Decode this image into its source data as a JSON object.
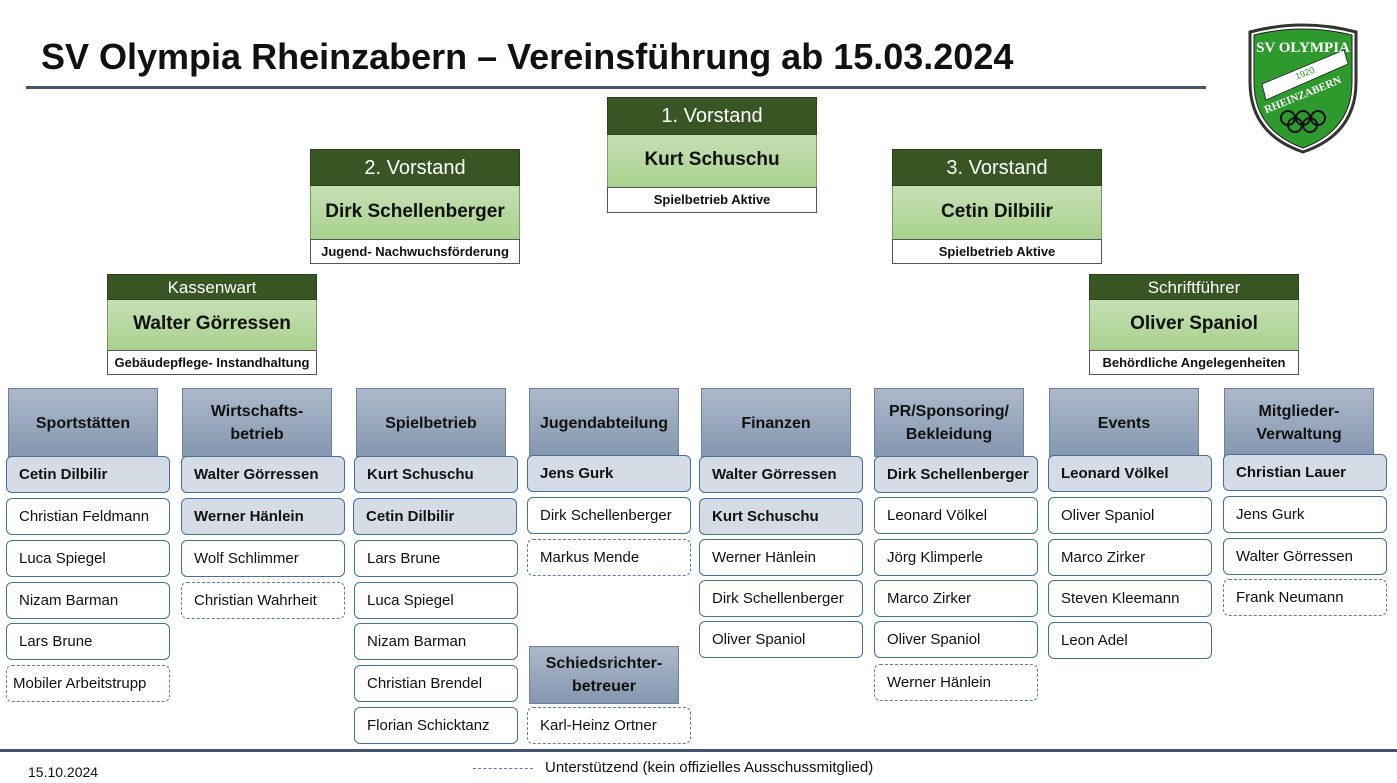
{
  "title": "SV Olympia Rheinzabern – Vereinsführung ab 15.03.2024",
  "logo": {
    "top_text": "SV OLYMPIA",
    "year": "1920",
    "bottom_text": "RHEINZABERN",
    "color": "#2e9a2e"
  },
  "leadership": {
    "first": {
      "role": "1. Vorstand",
      "name": "Kurt Schuschu",
      "duty": "Spielbetrieb Aktive"
    },
    "second": {
      "role": "2. Vorstand",
      "name": "Dirk Schellenberger",
      "duty": "Jugend- Nachwuchsförderung"
    },
    "third": {
      "role": "3. Vorstand",
      "name": "Cetin Dilbilir",
      "duty": "Spielbetrieb Aktive"
    },
    "treasurer": {
      "role": "Kassenwart",
      "name": "Walter Görressen",
      "duty": "Gebäudepflege- Instandhaltung"
    },
    "secretary": {
      "role": "Schriftführer",
      "name": "Oliver Spaniol",
      "duty": "Behördliche Angelegenheiten"
    }
  },
  "departments": [
    {
      "name": "Sportstätten",
      "members": [
        "Cetin Dilbilir",
        "Christian Feldmann",
        "Luca Spiegel",
        "Nizam Barman",
        "Lars Brune",
        "Mobiler Arbeitstrupp"
      ]
    },
    {
      "name": "Wirtschafts-betrieb",
      "members": [
        "Walter Görressen",
        "Werner Hänlein",
        "Wolf Schlimmer",
        "Christian Wahrheit"
      ]
    },
    {
      "name": "Spielbetrieb",
      "members": [
        "Kurt Schuschu",
        "Cetin Dilbilir",
        "Lars Brune",
        "Luca Spiegel",
        "Nizam Barman",
        "Christian Brendel",
        "Florian Schicktanz"
      ]
    },
    {
      "name": "Jugendabteilung",
      "members": [
        "Jens Gurk",
        "Dirk Schellenberger",
        "Markus Mende"
      ]
    },
    {
      "name": "Finanzen",
      "members": [
        "Walter Görressen",
        "Kurt Schuschu",
        "Werner Hänlein",
        "Dirk Schellenberger",
        "Oliver Spaniol"
      ]
    },
    {
      "name": "PR/Sponsoring/ Bekleidung",
      "members": [
        "Dirk Schellenberger",
        "Leonard Völkel",
        "Jörg Klimperle",
        "Marco Zirker",
        "Oliver Spaniol",
        "Werner Hänlein"
      ]
    },
    {
      "name": "Events",
      "members": [
        "Leonard Völkel",
        "Oliver Spaniol",
        "Marco Zirker",
        "Steven Kleemann",
        "Leon Adel"
      ]
    },
    {
      "name": "Mitglieder-Verwaltung",
      "members": [
        "Christian Lauer",
        "Jens Gurk",
        "Walter Görressen",
        "Frank Neumann"
      ]
    }
  ],
  "referee": {
    "name": "Schiedsrichter-betreuer",
    "members": [
      "Karl-Heinz Ortner"
    ]
  },
  "footer": {
    "date": "15.10.2024",
    "legend": "Unterstützend (kein offizielles Ausschussmitglied)"
  }
}
